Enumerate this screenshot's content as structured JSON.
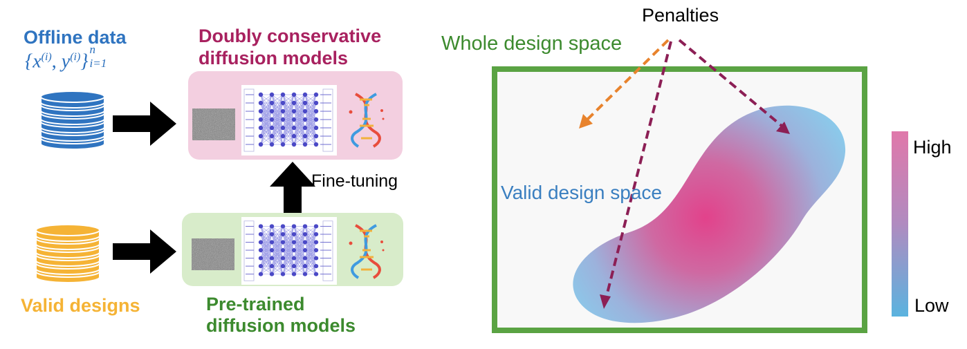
{
  "left_panel": {
    "offline_data_label": "Offline data",
    "offline_data_formula": "{x(i), y(i)}i=1n",
    "formula_parts": {
      "open": "{",
      "x": "x",
      "sup_i": "(i)",
      "comma": ", ",
      "y": "y",
      "close": "}",
      "sup_n": "n",
      "sub_i1": "i=1"
    },
    "valid_designs_label": "Valid designs",
    "conservative_model_label_line1": "Doubly conservative",
    "conservative_model_label_line2": "diffusion models",
    "pretrained_model_label_line1": "Pre-trained",
    "pretrained_model_label_line2": "diffusion models",
    "fine_tuning_label": "Fine-tuning"
  },
  "right_panel": {
    "penalties_label": "Penalties",
    "whole_space_label": "Whole design space",
    "valid_space_label": "Valid design space",
    "colorbar_high": "High",
    "colorbar_low": "Low"
  },
  "colors": {
    "offline_blue": "#2f74c0",
    "valid_orange": "#f5b335",
    "conservative_magenta": "#a8215f",
    "pretrained_green": "#3c8a2e",
    "box_pink": "#f3cfe0",
    "box_green": "#d8ecca",
    "frame_green": "#5aa343",
    "penalty_purple": "#8c1f55",
    "penalty_orange": "#e8832d",
    "heat_high": "#e2428b",
    "heat_low": "#7cc6e8"
  }
}
